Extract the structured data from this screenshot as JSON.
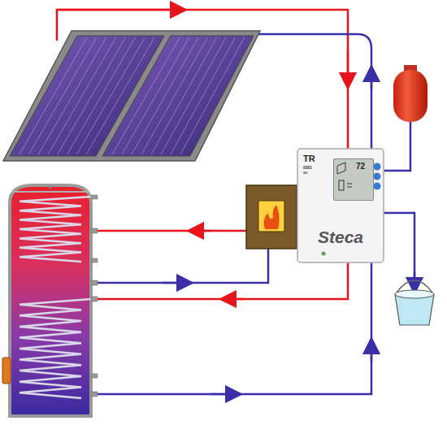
{
  "diagram": {
    "nodes": [
      {
        "text": [
          "TR",
          "0301 sc",
          "Steca"
        ]
      },
      {
        "text": [
          "72"
        ],
        "in": 0
      }
    ]
  }
}
